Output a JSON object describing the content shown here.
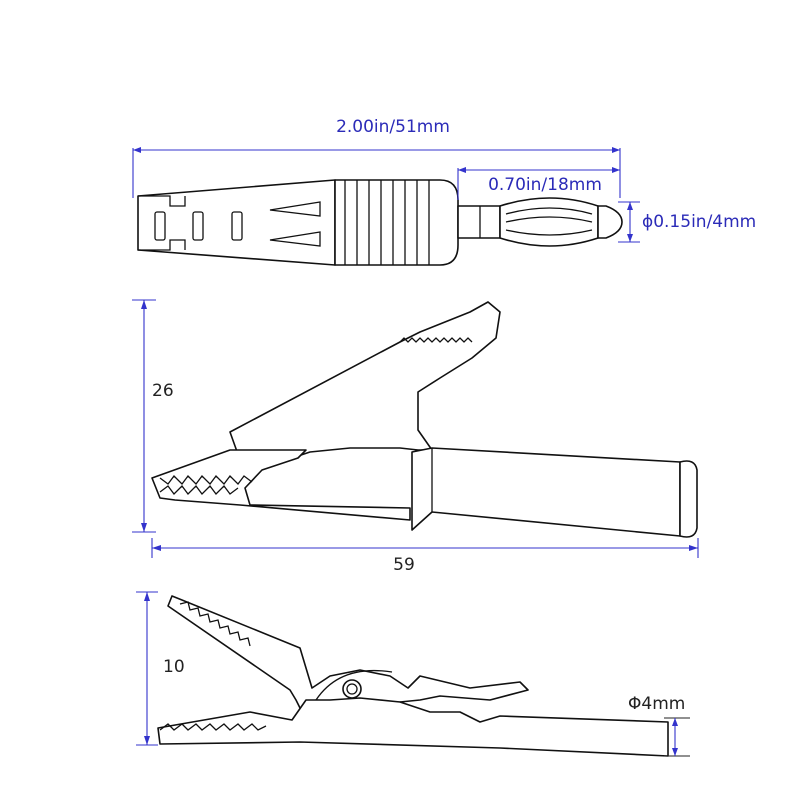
{
  "colors": {
    "dimension_blue": "#2b2bb8",
    "dimension_black": "#222222",
    "outline": "#111111",
    "background": "#ffffff"
  },
  "plug": {
    "total_length_label": "2.00in/51mm",
    "pin_length_label": "0.70in/18mm",
    "pin_diameter_label": "ϕ0.15in/4mm"
  },
  "large_clip": {
    "height_label": "26",
    "length_label": "59"
  },
  "small_clip": {
    "height_label": "10",
    "diameter_label": "Φ4mm"
  }
}
